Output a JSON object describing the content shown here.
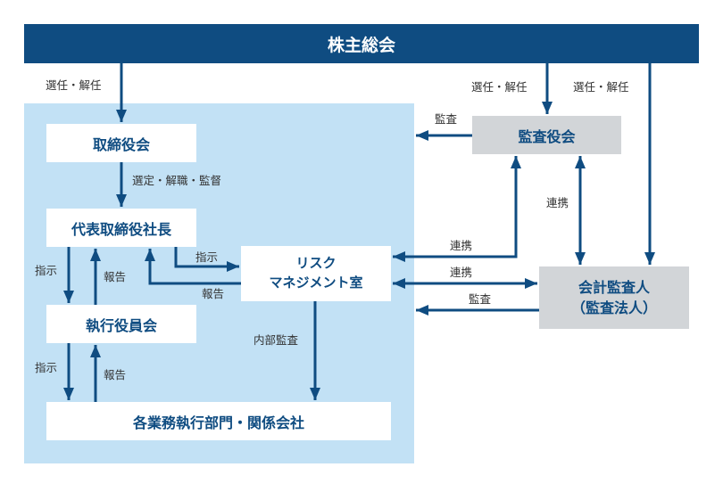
{
  "colors": {
    "primary": "#0f4c81",
    "panel": "#c2e1f5",
    "gray_box": "#d2d5d8",
    "text": "#333333"
  },
  "nodes": {
    "shareholders": "株主総会",
    "board": "取締役会",
    "president": "代表取締役社長",
    "executive_committee": "執行役員会",
    "departments": "各業務執行部門・関係会社",
    "risk_mgmt_line1": "リスク",
    "risk_mgmt_line2": "マネジメント室",
    "auditors": "監査役会",
    "accounting_auditor_line1": "会計監査人",
    "accounting_auditor_line2": "（監査法人）"
  },
  "edge_labels": {
    "appoint_dismiss_board": "選任・解任",
    "appoint_dismiss_auditors": "選任・解任",
    "appoint_dismiss_accounting": "選任・解任",
    "board_to_president": "選定・解職・監督",
    "president_to_exec_instruct": "指示",
    "exec_to_president_report": "報告",
    "president_to_risk_instruct": "指示",
    "risk_to_president_report": "報告",
    "exec_to_dept_instruct": "指示",
    "dept_to_exec_report": "報告",
    "internal_audit": "内部監査",
    "auditors_audit": "監査",
    "auditors_risk_coop": "連携",
    "auditors_accounting_coop": "連携",
    "risk_accounting_coop": "連携",
    "accounting_audit": "監査"
  }
}
